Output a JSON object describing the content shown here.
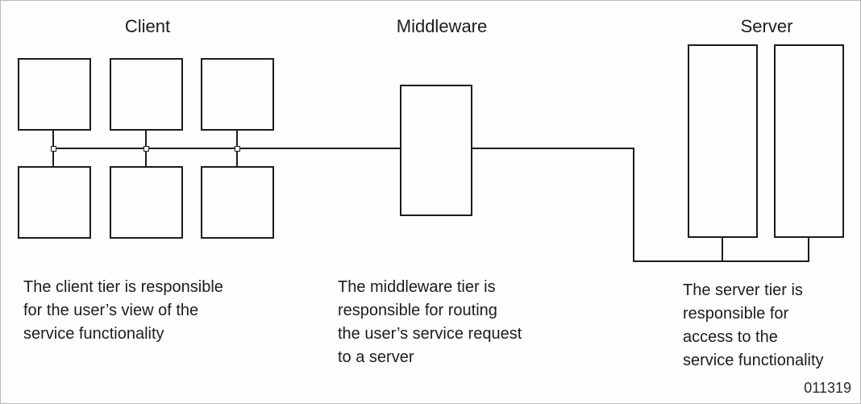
{
  "figure_number": "011319",
  "colors": {
    "line": "#1c1c1c",
    "background": "#fefefe",
    "frame_border": "#b9b9b9"
  },
  "tiers": {
    "client": {
      "label": "Client",
      "box_count": 6,
      "description": "The client tier is responsible\nfor the user’s view of the\nservice functionality"
    },
    "middleware": {
      "label": "Middleware",
      "box_count": 1,
      "description": "The middleware tier is\nresponsible for routing\nthe user’s service request\nto a server"
    },
    "server": {
      "label": "Server",
      "box_count": 2,
      "description": "The server tier is\nresponsible for\naccess to the\nservice functionality"
    }
  }
}
